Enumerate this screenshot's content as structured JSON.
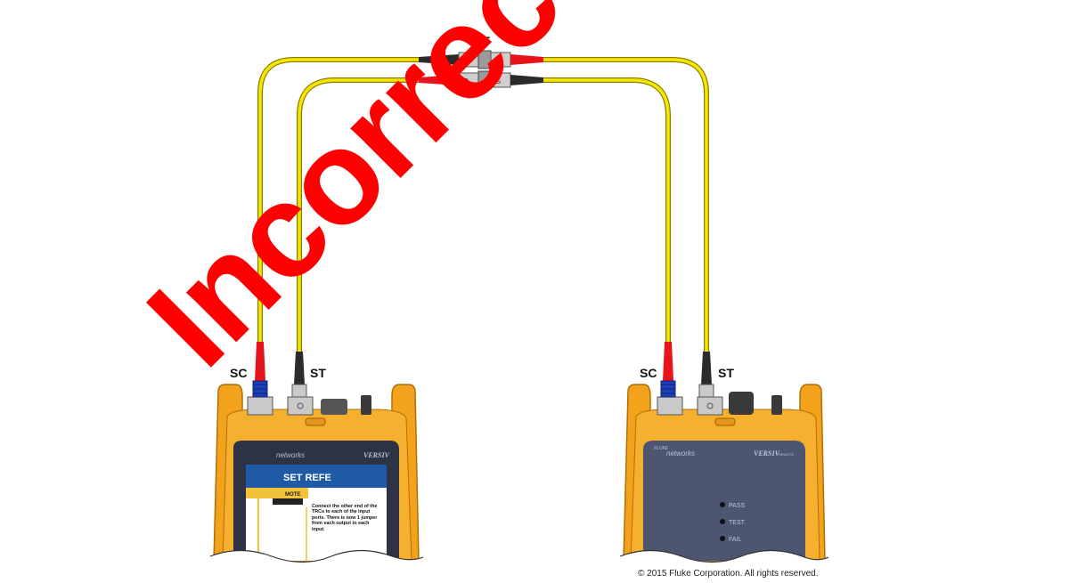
{
  "labels": {
    "coupler": "ST",
    "main_left_port": "SC",
    "main_right_port": "ST",
    "remote_left_port": "SC",
    "remote_right_port": "ST"
  },
  "main_unit": {
    "brand": "networks",
    "model": "VERSIV",
    "screen_title": "SET REFE",
    "screen_tag": "MOTE",
    "instruction": "Connect the other end of the TRCs to each of the input ports. There is now 1 jumper from each output to each input."
  },
  "remote_unit": {
    "brand_top": "FLUKE",
    "brand": "networks",
    "model": "VERSIV",
    "model_suffix": "REMOTE",
    "leds": [
      "PASS",
      "TEST",
      "FAIL"
    ]
  },
  "stamp": "Incorrect",
  "copyright": "© 2015 Fluke Corporation. All rights reserved.",
  "colors": {
    "fiber": "#f6e600",
    "fiber_edge": "#8a7f00",
    "boot_red": "#e8141b",
    "boot_black": "#2b2b2b",
    "sc_blue": "#1d3fb8",
    "body_orange": "#f2a21b",
    "body_orange_dark": "#d2830c",
    "remote_panel": "#4c5670",
    "stamp_red": "#ff0000"
  }
}
